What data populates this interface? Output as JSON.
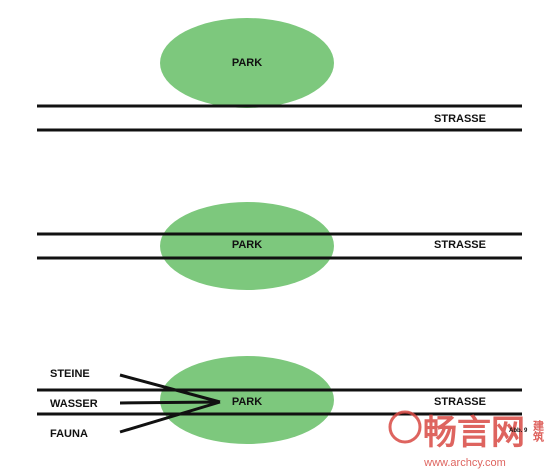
{
  "colors": {
    "park_fill": "#7dc87d",
    "street_line": "#111111",
    "label": "#111111",
    "watermark": "#d94a44"
  },
  "panels": [
    {
      "park_label": "PARK",
      "street_label": "STRASSE"
    },
    {
      "park_label": "PARK",
      "street_label": "STRASSE"
    },
    {
      "park_label": "PARK",
      "street_label": "STRASSE",
      "inputs": [
        "STEINE",
        "WASSER",
        "FAUNA"
      ]
    }
  ],
  "figure_label": "Abb. 9",
  "watermark": {
    "logo_text": "畅言网",
    "side_text": "建筑",
    "url": "www.archcy.com"
  }
}
